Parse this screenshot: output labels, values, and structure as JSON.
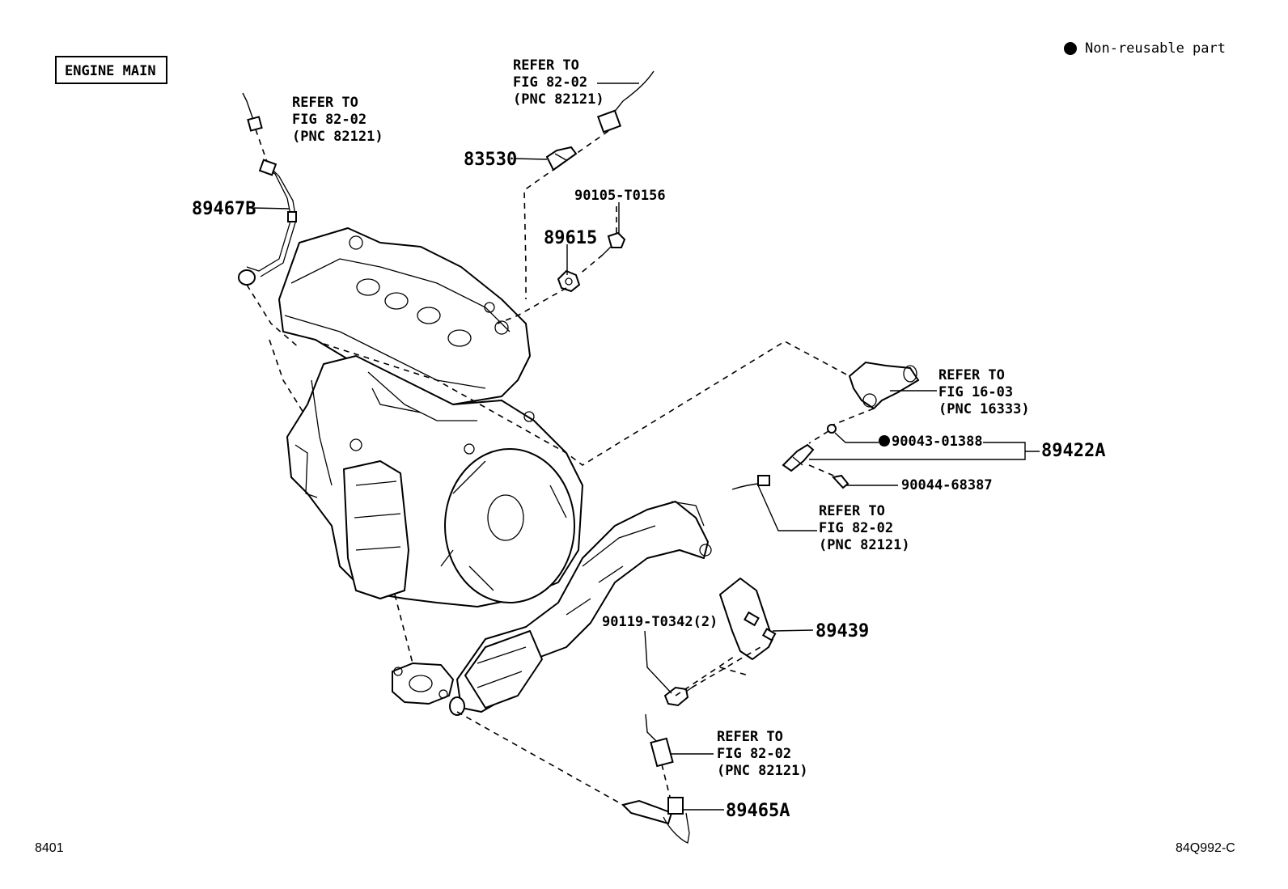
{
  "header": {
    "section_label": "ENGINE MAIN",
    "legend_text": "Non-reusable part"
  },
  "refer_blocks": [
    {
      "id": "ref-top-left",
      "line1": "REFER TO",
      "line2": "FIG 82-02",
      "line3": "(PNC 82121)"
    },
    {
      "id": "ref-top-center",
      "line1": "REFER TO",
      "line2": "FIG 82-02",
      "line3": "(PNC 82121)"
    },
    {
      "id": "ref-right-upper",
      "line1": "REFER TO",
      "line2": "FIG 16-03",
      "line3": "(PNC 16333)"
    },
    {
      "id": "ref-right-middle",
      "line1": "REFER TO",
      "line2": "FIG 82-02",
      "line3": "(PNC 82121)"
    },
    {
      "id": "ref-bottom",
      "line1": "REFER TO",
      "line2": "FIG 82-02",
      "line3": "(PNC 82121)"
    }
  ],
  "parts": {
    "p89467B": "89467B",
    "p83530": "83530",
    "p90105": "90105-T0156",
    "p89615": "89615",
    "p90043": "90043-01388",
    "p89422A": "89422A",
    "p90044": "90044-68387",
    "p90119": "90119-T0342(2)",
    "p89439": "89439",
    "p89465A": "89465A"
  },
  "footer": {
    "left_code": "8401",
    "right_code": "84Q992-C"
  }
}
